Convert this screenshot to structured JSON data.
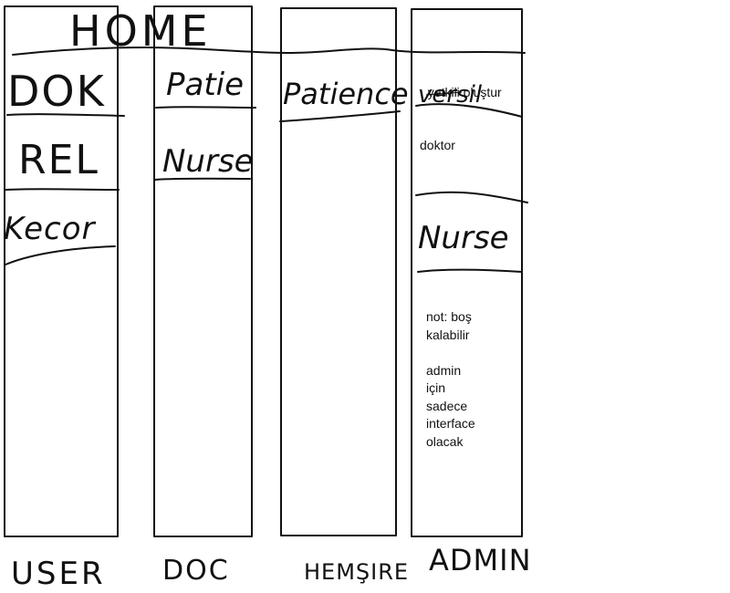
{
  "home_label": "HOME",
  "columns": [
    {
      "footer": "USER",
      "items": [
        "DOK",
        "REL",
        "Kecor"
      ]
    },
    {
      "footer": "DOC",
      "items": [
        "Patie",
        "Nurse"
      ]
    },
    {
      "footer": "HEMŞIRE",
      "items": [
        "Patience"
      ]
    },
    {
      "footer": "ADMIN",
      "items": [
        "versil",
        "Nurse"
      ],
      "typed": {
        "struck_word": "yetkili",
        "create_word": "oluştur",
        "doktor": "doktor",
        "note": "not: boş\nkalabilir\n\nadmin\niçin\nsadece\ninterface\nolacak"
      }
    }
  ],
  "colors": {
    "ink": "#111111",
    "background": "#ffffff"
  }
}
